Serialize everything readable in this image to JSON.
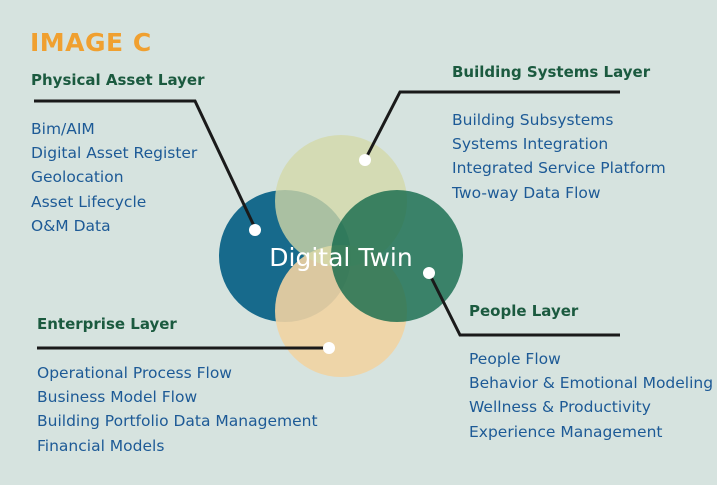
{
  "image_label": "IMAGE C",
  "center_label": "Digital Twin",
  "colors": {
    "background": "#d6e3df",
    "physical": "#176a8c",
    "building": "#d4d9a8",
    "people": "#0e6748",
    "enterprise": "#f1d3a2",
    "title": "#1b5a3f",
    "list_text": "#1d5a96",
    "image_label": "#f0a030"
  },
  "layers": {
    "physical": {
      "title": "Physical Asset Layer",
      "items": [
        "Bim/AIM",
        "Digital Asset Register",
        "Geolocation",
        "Asset Lifecycle",
        "O&M Data"
      ]
    },
    "building": {
      "title": "Building Systems Layer",
      "items": [
        "Building Subsystems",
        "Systems Integration",
        "Integrated Service Platform",
        "Two-way Data Flow"
      ]
    },
    "enterprise": {
      "title": "Enterprise Layer",
      "items": [
        "Operational Process Flow",
        "Business Model Flow",
        "Building Portfolio Data Management",
        "Financial Models"
      ]
    },
    "people": {
      "title": "People Layer",
      "items": [
        "People Flow",
        "Behavior & Emotional Modeling",
        "Wellness & Productivity",
        "Experience Management"
      ]
    }
  }
}
